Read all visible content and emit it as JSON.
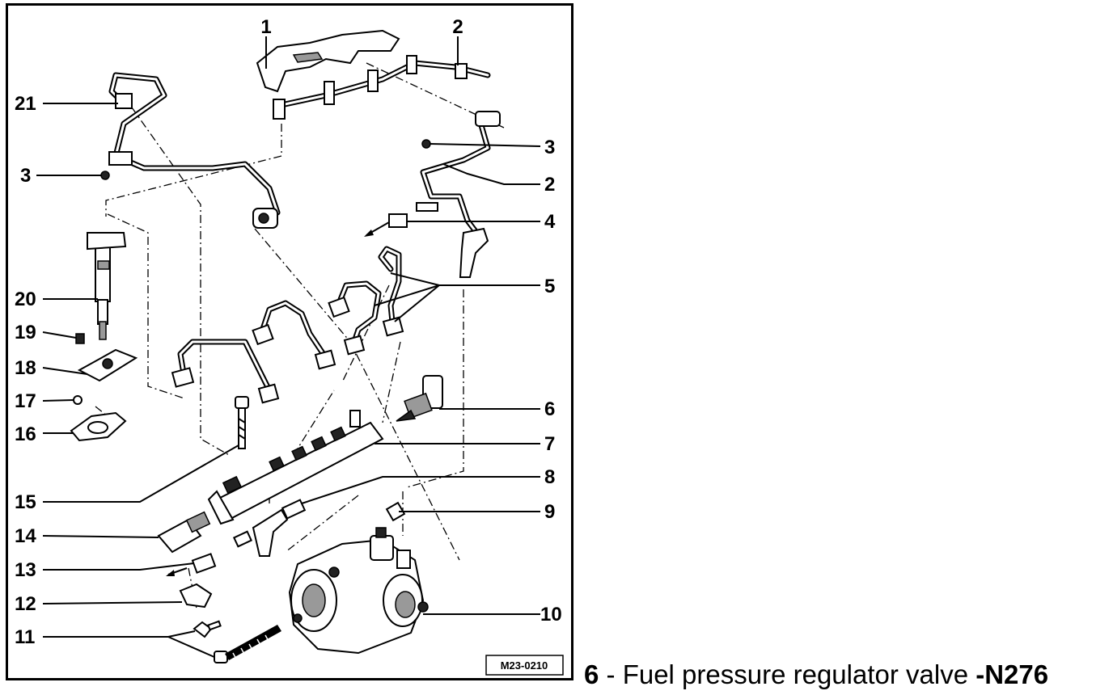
{
  "diagram": {
    "reference_code": "M23-0210",
    "labels": {
      "l1": "1",
      "l2a": "2",
      "l2b": "2",
      "l3a": "3",
      "l3b": "3",
      "l4": "4",
      "l5": "5",
      "l6": "6",
      "l7": "7",
      "l8": "8",
      "l9": "9",
      "l10": "10",
      "l11": "11",
      "l12": "12",
      "l13": "13",
      "l14": "14",
      "l15": "15",
      "l16": "16",
      "l17": "17",
      "l18": "18",
      "l19": "19",
      "l20": "20",
      "l21": "21"
    }
  },
  "caption": {
    "number": "6",
    "separator": " - ",
    "text": "Fuel pressure regulator valve ",
    "code": "-N276"
  }
}
